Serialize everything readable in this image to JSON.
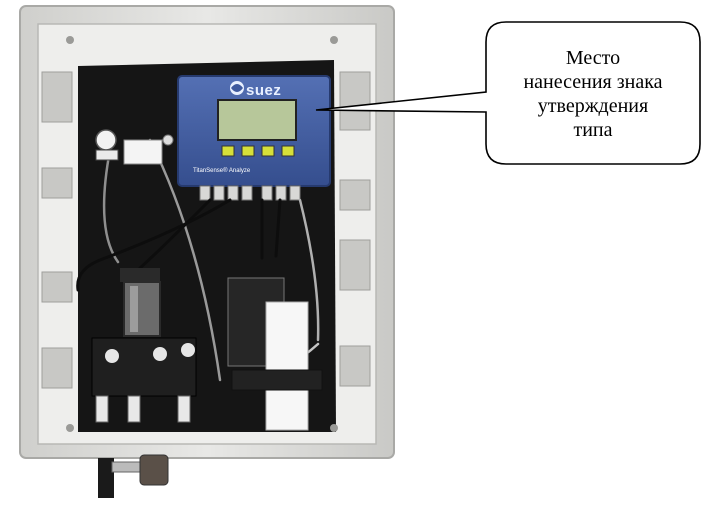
{
  "callout": {
    "lines": [
      "Место",
      "нанесения знака",
      "утверждения",
      "типа"
    ]
  },
  "analyzer": {
    "brand": "suez",
    "model": "TitanSense® Analyze"
  },
  "colors": {
    "cabinet": "#dcdcd9",
    "backplate": "#141414",
    "panel_blue": "#3f5a9e",
    "lcd": "#b7c79a",
    "buttons": "#d6e03a"
  }
}
